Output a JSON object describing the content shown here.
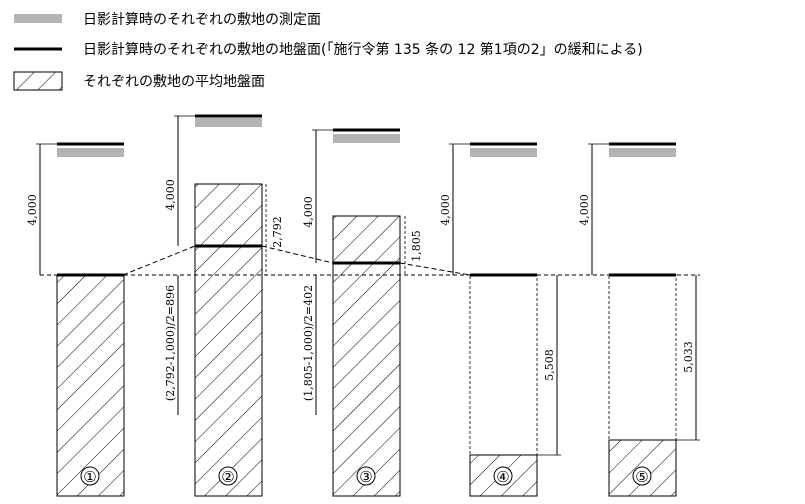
{
  "legend": [
    {
      "key": "measurement-plane",
      "label": "日影計算時のそれぞれの敷地の測定面"
    },
    {
      "key": "ground-plane",
      "label": "日影計算時のそれぞれの敷地の地盤面(「施行令第 135 条の 12 第1項の2」の緩和による)"
    },
    {
      "key": "average-ground-plane",
      "label": "それぞれの敷地の平均地盤面"
    }
  ],
  "colors": {
    "measurement_plane": "#b3b3b3",
    "ground_plane": "#000000",
    "hatch": "#000000"
  },
  "sites": [
    {
      "number": "①",
      "height_label": "4,000"
    },
    {
      "number": "②",
      "height_label": "4,000",
      "rise_label": "2,792",
      "formula_label": "(2,792-1,000)/2=896"
    },
    {
      "number": "③",
      "height_label": "4,000",
      "rise_label": "1,805",
      "formula_label": "(1,805-1,000)/2=402"
    },
    {
      "number": "④",
      "height_label": "4,000",
      "depth_label": "5,508"
    },
    {
      "number": "⑤",
      "height_label": "4,000",
      "depth_label": "5,033"
    }
  ]
}
